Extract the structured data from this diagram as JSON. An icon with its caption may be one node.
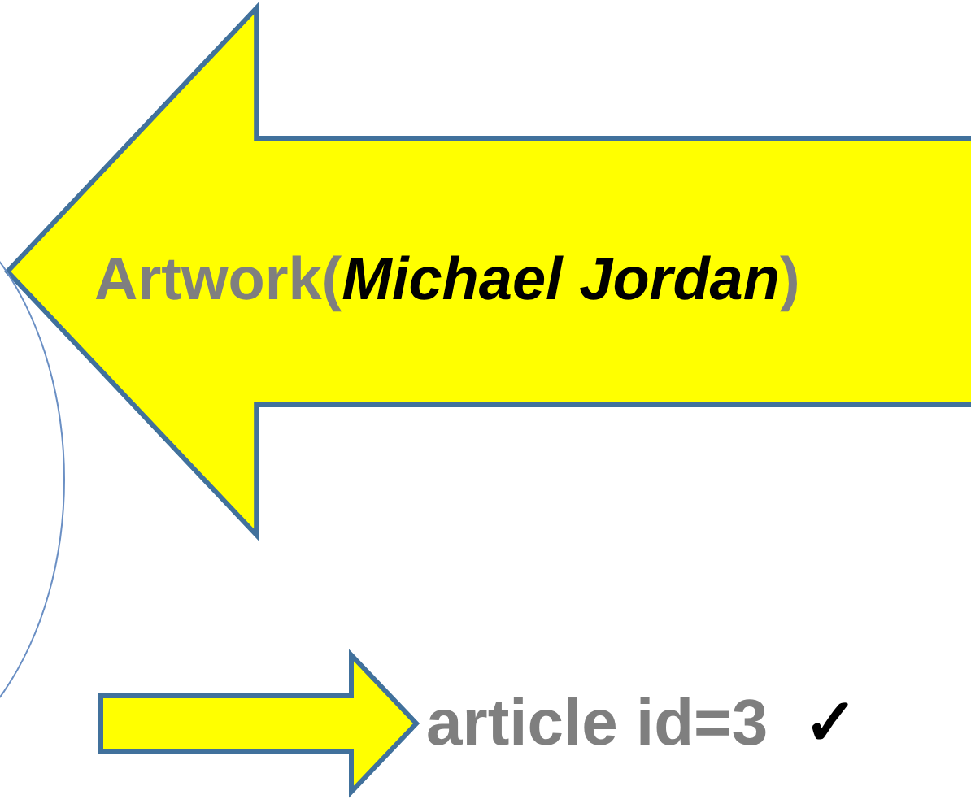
{
  "diagram": {
    "nodes": [
      {
        "text": [],
        "shape": "circle"
      },
      {
        "text": [
          "article id=3",
          "✓"
        ]
      }
    ],
    "edges": [
      {
        "from": null,
        "to": 0,
        "arrow": "to",
        "label": "Artwork(*Michael Jordan*)"
      },
      {
        "from": null,
        "to": 1,
        "arrow": "to"
      }
    ]
  }
}
